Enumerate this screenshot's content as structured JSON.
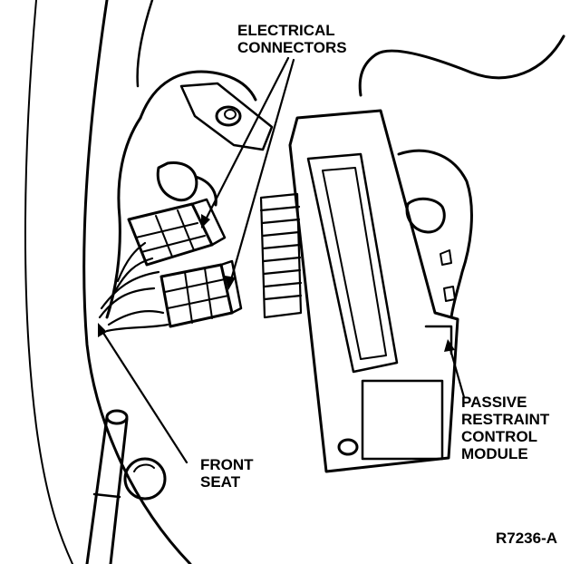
{
  "labels": {
    "electrical_connectors": [
      "ELECTRICAL",
      "CONNECTORS"
    ],
    "front_seat": [
      "FRONT",
      "SEAT"
    ],
    "module": [
      "PASSIVE",
      "RESTRAINT",
      "CONTROL",
      "MODULE"
    ],
    "figure_code": "R7236-A"
  },
  "colors": {
    "ink": "#000000",
    "paper": "#ffffff"
  }
}
